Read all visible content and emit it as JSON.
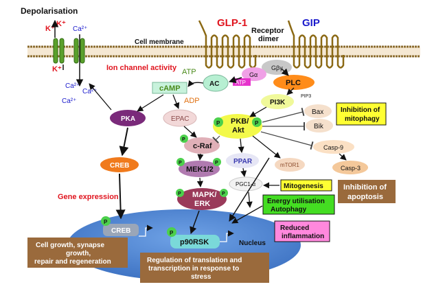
{
  "diagram": {
    "labels": {
      "depolarisation": "Depolarisation",
      "k_plus": "K⁺",
      "ca2_plus": "Ca²⁺",
      "cell_membrane": "Cell membrane",
      "glp1": "GLP-1",
      "gip": "GIP",
      "receptor_dimer": "Receptor\ndimer",
      "ion_channel_activity": "Ion channel activity",
      "atp": "ATP",
      "adp": "ADP",
      "gene_expression": "Gene expression",
      "nucleus": "Nucleus",
      "pip3": "PIP3"
    },
    "nodes": {
      "g_beta_gamma": "Gβγ",
      "g_alpha": "Gα",
      "atp_small": "ATP",
      "plc": "PLC",
      "ac": "AC",
      "camp": "cAMP",
      "pi3k": "PI3K",
      "pka": "PKA",
      "epac": "EPAC",
      "pkb_akt": "PKB/\nAkt",
      "bax": "Bax",
      "bik": "Bik",
      "c_raf": "c-Raf",
      "ppar": "PPAR",
      "mtor1": "mTOR1",
      "casp9": "Casp-9",
      "casp3": "Casp-3",
      "mek12": "MEK1/2",
      "pgc1a": "PGC1-α",
      "creb": "CREB",
      "mapk_erk": "MAPK/\nERK",
      "creb_nuclear": "CREB",
      "p90rsk": "p90RSK",
      "phospho": "P"
    },
    "boxes": {
      "inhibition_mitophagy": "Inhibition of\nmitophagy",
      "inhibition_apoptosis": "Inhibition of\napoptosis",
      "mitogenesis": "Mitogenesis",
      "energy_autophagy": "Energy utilisation\nAutophagy",
      "reduced_inflammation": "Reduced\ninflammation",
      "cell_growth": "Cell growth, synapse\ngrowth,\nrepair and regeneration",
      "regulation": "Regulation of translation and\ntranscription in response to\nstress"
    }
  },
  "colors": {
    "membrane_head": "#8a6a2c",
    "membrane_fill": "#f5e8d3",
    "receptor": "#8b6914",
    "channel": "#5aa02c",
    "red_text": "#e0141e",
    "blue_text": "#1a1acc",
    "green_text": "#4a8a1a",
    "orange_text": "#e07010",
    "nucleus": "#5a8fd8",
    "yellow_box": "#ffff33",
    "green_box": "#44dd22",
    "pink_box": "#ff88dd",
    "brown_box": "#9a6a3c",
    "phospho": "#4cd04c",
    "pka": "#7a2a7a",
    "creb": "#f07a1c",
    "mek": "#b07ab0",
    "mapk": "#9a3a5a",
    "p90rsk": "#7ad9d9"
  }
}
